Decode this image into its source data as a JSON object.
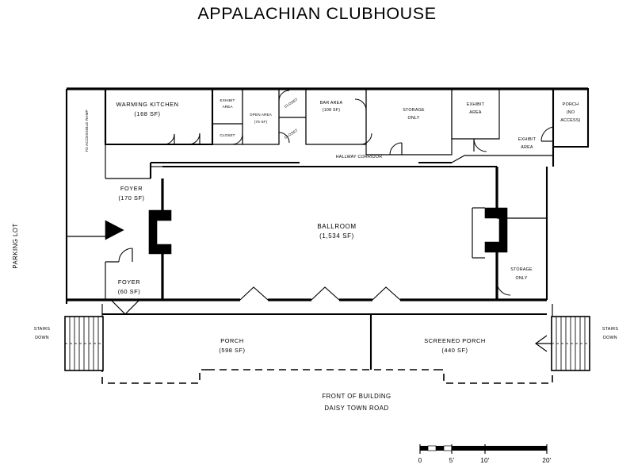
{
  "document": {
    "title": "APPALACHIAN CLUBHOUSE",
    "type": "architectural-floor-plan"
  },
  "exterior_labels": {
    "parking_lot": "PARKING LOT",
    "accessible_ramp": "TO ACCESSIBLE RAMP",
    "front_of_building": "FRONT OF BUILDING",
    "street": "DAISY TOWN ROAD",
    "stairs_left_line1": "STAIRS",
    "stairs_left_line2": "DOWN",
    "stairs_right_line1": "STAIRS",
    "stairs_right_line2": "DOWN"
  },
  "rooms": [
    {
      "id": "warming-kitchen",
      "name": "WARMING KITCHEN",
      "area": "(168 SF)"
    },
    {
      "id": "exhibit-area-north",
      "name_line1": "EXHIBIT",
      "name_line2": "AREA"
    },
    {
      "id": "closet-kitchen",
      "name": "CLOSET"
    },
    {
      "id": "open-area",
      "name": "OPEN AREA",
      "area": "(76 SF)"
    },
    {
      "id": "closet-upper",
      "name": "CLOSET"
    },
    {
      "id": "closet-lower",
      "name": "CLOSET"
    },
    {
      "id": "bar-area",
      "name": "BAR AREA",
      "area": "(108 SF)"
    },
    {
      "id": "storage-only-north",
      "name_line1": "STORAGE",
      "name_line2": "ONLY"
    },
    {
      "id": "exhibit-area-northeast",
      "name_line1": "EXHIBIT",
      "name_line2": "AREA"
    },
    {
      "id": "porch-no-access",
      "name_line1": "PORCH",
      "name_line2": "(NO",
      "name_line3": "ACCESS)"
    },
    {
      "id": "hallway-corridor",
      "name": "HALLWAY CORRIDOR"
    },
    {
      "id": "exhibit-area-east",
      "name_line1": "EXHIBIT",
      "name_line2": "AREA"
    },
    {
      "id": "foyer-upper",
      "name": "FOYER",
      "area": "(170 SF)"
    },
    {
      "id": "ballroom",
      "name": "BALLROOM",
      "area": "(1,534 SF)"
    },
    {
      "id": "storage-only-east",
      "name_line1": "STORAGE",
      "name_line2": "ONLY"
    },
    {
      "id": "foyer-lower",
      "name": "FOYER",
      "area": "(60 SF)"
    },
    {
      "id": "porch-front",
      "name": "PORCH",
      "area": "(598 SF)"
    },
    {
      "id": "screened-porch",
      "name": "SCREENED PORCH",
      "area": "(440 SF)"
    }
  ],
  "scale_bar": {
    "ticks": [
      "0",
      "5'",
      "10'",
      "20'"
    ],
    "unit": "feet"
  },
  "colors": {
    "line": "#000000",
    "background": "#ffffff",
    "solid_fill": "#000000"
  }
}
